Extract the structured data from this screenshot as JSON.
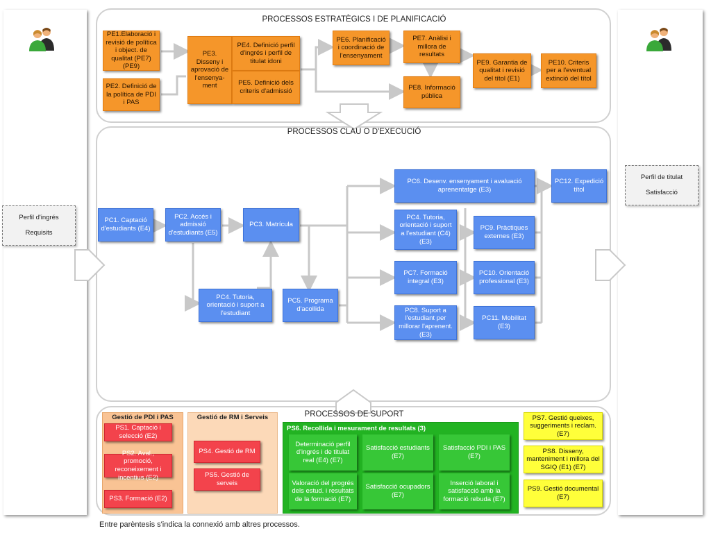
{
  "strategic": {
    "title": "PROCESSOS ESTRATÈGICS I DE PLANIFICACIÓ",
    "pe1": "PE1.Elaboració i revisió de política i object. de qualitat (PE7)(PE9)",
    "pe2": "PE2. Definició de la política de PDI i PAS",
    "pe3": "PE3. Disseny i aprovació de l'ensenya-ment",
    "pe4": "PE4. Definició perfil d'ingrés i perfil de titulat idoni",
    "pe5": "PE5. Definició dels criteris d'admissió",
    "pe6": "PE6. Planificació i coordinació de l'ensenyament",
    "pe7": "PE7. Anàlisi i millora de resultats",
    "pe8": "PE8. Informació pública",
    "pe9": "PE9. Garantia de qualitat i revisió del títol (E1)",
    "pe10": "PE10. Criteris per a l'eventual extinció del títol"
  },
  "key": {
    "title": "PROCESSOS CLAU O D'EXECUCIÓ",
    "pc1": "PC1. Captació d'estudiants (E4)",
    "pc2": "PC2. Accés i admissió d'estudiants (E5)",
    "pc3": "PC3. Matrícula",
    "pc4a": "PC4. Tutoria, orientació i suport a l'estudiant",
    "pc5": "PC5. Programa d'acollida",
    "pc6": "PC6. Desenv. ensenyament i avaluació aprenentatge (E3)",
    "pc4b": "PC4. Tutoria, orientació i suport a l'estudiant (C4) (E3)",
    "pc7": "PC7. Formació integral (E3)",
    "pc8": "PC8. Suport a l'estudiant per millorar l'aprenent. (E3)",
    "pc9": "PC9. Pràctiques externes (E3)",
    "pc10": "PC10. Orientació professional (E3)",
    "pc11": "PC11. Mobilitat (E3)",
    "pc12": "PC12. Expedició títol"
  },
  "inputs": {
    "line1": "Perfil d'ingrés",
    "line2": "Requisits"
  },
  "outputs": {
    "line1": "Perfil de titulat",
    "line2": "Satisfacció"
  },
  "support": {
    "title": "PROCESSOS DE SUPORT",
    "pdi_title": "Gestió de PDI i PAS",
    "ps1": "PS1. Captació i selecció (E2)",
    "ps2": "PS2. Aval., promoció, reconeixement i incentius (E2)",
    "ps3": "PS3. Formació (E2)",
    "rm_title": "Gestió de RM i Serveis",
    "ps4": "PS4. Gestió de RM",
    "ps5": "PS5. Gestió de serveis",
    "ps6_title": "PS6. Recollida i mesurament de resultats (3)",
    "ps6_cells": [
      "Determinació perfil d'ingrés i de titulat real (E4) (E7)",
      "Satisfacció estudiants (E7)",
      "Satisfacció PDI i PAS (E7)",
      "Valoració del progrés dels estud. i resultats de la formació (E7)",
      "Satisfacció ocupadors (E7)",
      "Inserció laboral i satisfacció amb la formació rebuda (E7)"
    ],
    "ps7": "PS7. Gestió queixes, suggeriments i reclam. (E7)",
    "ps8": "PS8. Disseny, manteniment i millora del SGIQ (E1) (E7)",
    "ps9": "PS9. Gestió documental (E7)"
  },
  "footnote": "Entre parèntesis s'indica la connexió amb altres processos.",
  "colors": {
    "strategic": "#f5962a",
    "key": "#5b8ff0",
    "support_hr": "#f3434c",
    "support_results": "#37c737",
    "support_quality": "#ffff3a"
  },
  "icons": [
    "users-icon-left",
    "users-icon-right"
  ]
}
